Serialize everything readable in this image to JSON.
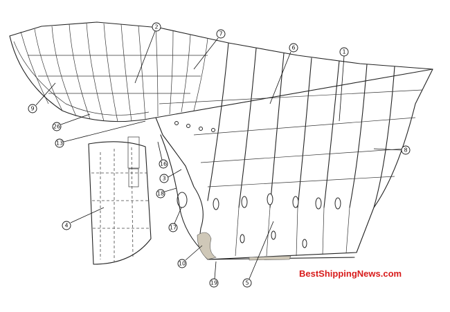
{
  "callouts": [
    {
      "label": "1"
    },
    {
      "label": "2"
    },
    {
      "label": "7"
    },
    {
      "label": "6"
    },
    {
      "label": "9"
    },
    {
      "label": "26"
    },
    {
      "label": "13"
    },
    {
      "label": "8"
    },
    {
      "label": "16"
    },
    {
      "label": "3"
    },
    {
      "label": "18"
    },
    {
      "label": "4"
    },
    {
      "label": "17"
    },
    {
      "label": "10"
    },
    {
      "label": "19"
    },
    {
      "label": "5"
    }
  ],
  "watermark": "BestShippingNews.com"
}
